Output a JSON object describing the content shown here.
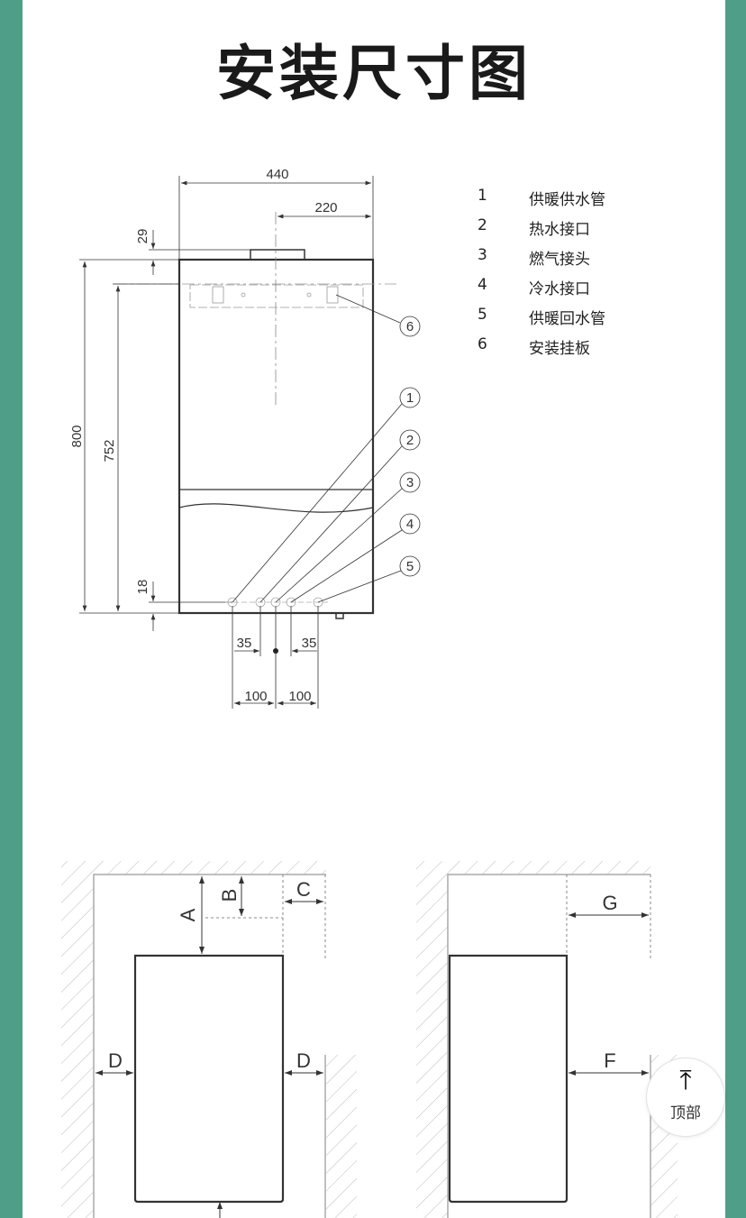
{
  "page": {
    "title": "安装尺寸图",
    "accent_color": "#4f9e87"
  },
  "diagram1": {
    "dimensions": {
      "width_total": "440",
      "half_width": "220",
      "flue_height": "29",
      "height_total": "800",
      "plate_height": "752",
      "pipe_offset": "18",
      "left_35": "35",
      "right_35": "35",
      "left_100": "100",
      "right_100": "100"
    },
    "callouts": [
      "1",
      "2",
      "3",
      "4",
      "5",
      "6"
    ]
  },
  "legend": [
    {
      "num": "1",
      "label": "供暖供水管"
    },
    {
      "num": "2",
      "label": "热水接口"
    },
    {
      "num": "3",
      "label": "燃气接头"
    },
    {
      "num": "4",
      "label": "冷水接口"
    },
    {
      "num": "5",
      "label": "供暖回水管"
    },
    {
      "num": "6",
      "label": "安装挂板"
    }
  ],
  "diagram2": {
    "labels": {
      "a": "A",
      "b": "B",
      "c": "C",
      "d_left": "D",
      "d_right": "D",
      "g": "G",
      "f": "F"
    }
  },
  "back_to_top": {
    "label": "顶部",
    "icon": "arrow-up-to-top-icon"
  }
}
